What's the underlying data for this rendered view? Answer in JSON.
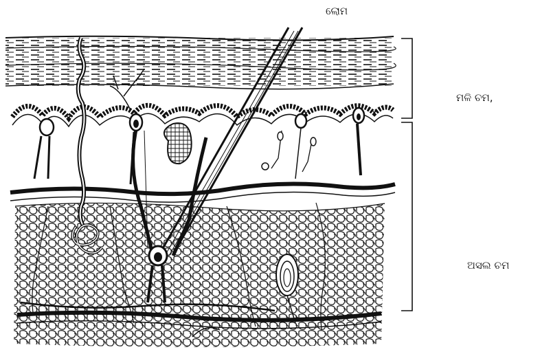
{
  "labels": {
    "hair": "ଲୋମ",
    "epidermis": "ମଳି ଚମ,",
    "dermis": "ଅସଲ ଚମ"
  },
  "colors": {
    "ink": "#111111",
    "background": "#ffffff"
  }
}
